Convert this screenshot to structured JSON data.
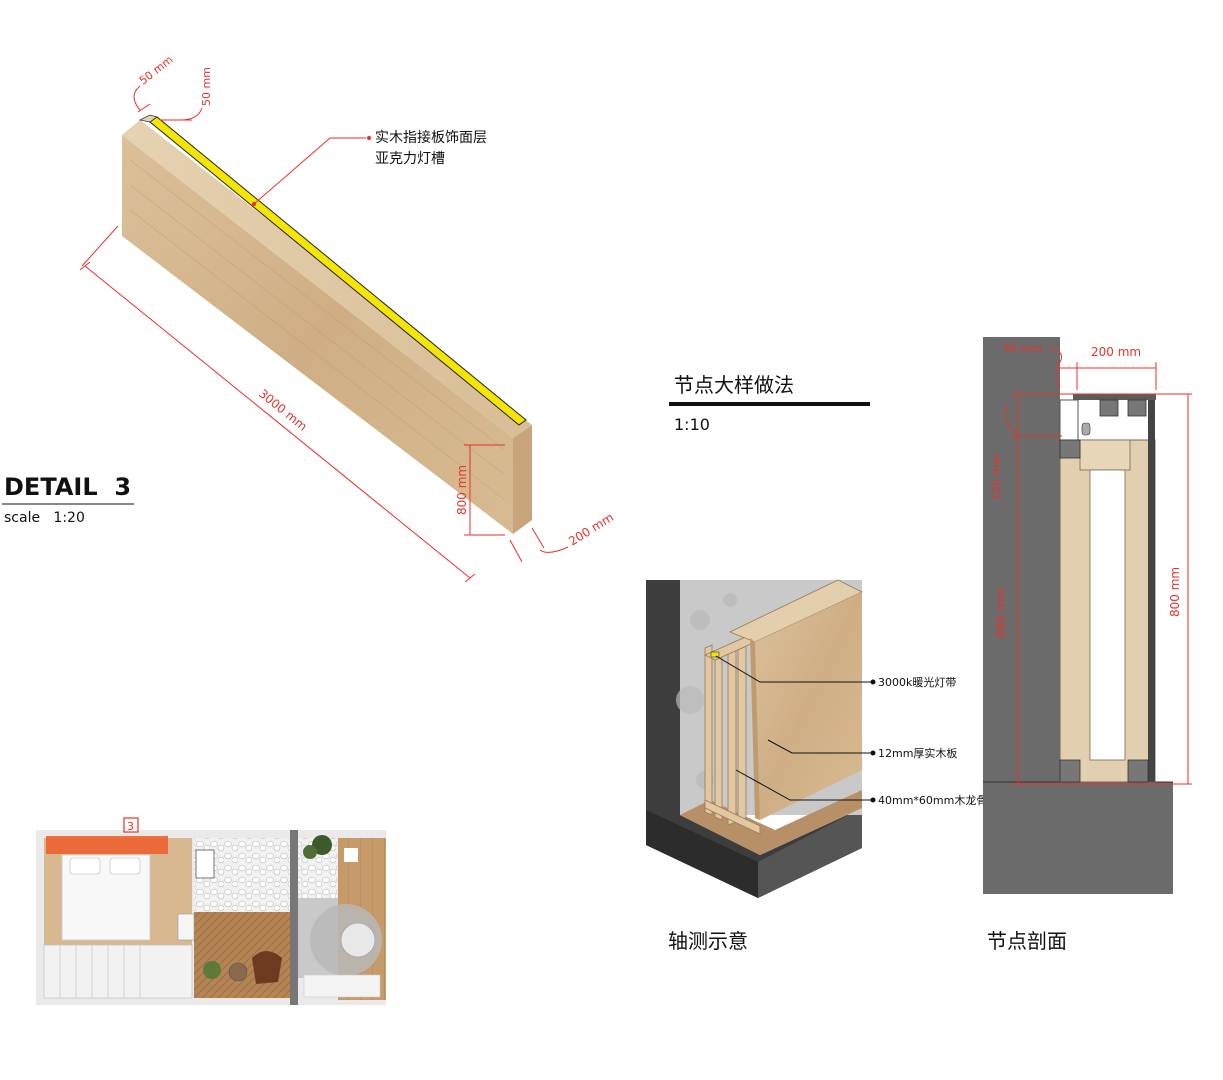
{
  "colors": {
    "dimension": "#e8312a",
    "wood": "#d9b98f",
    "wood_dark": "#c9a677",
    "led": "#f4e600",
    "wall": "#6b6b6b",
    "concrete": "#c8c8c8",
    "floor_plan_highlight": "#f05a28"
  },
  "detail": {
    "title": "DETAIL  3",
    "scale": "scale   1:20"
  },
  "iso_view": {
    "dim_top_a": "50 mm",
    "dim_top_b": "50 mm",
    "dim_length": "3000 mm",
    "dim_height": "800 mm",
    "dim_depth": "200 mm",
    "callout_1": "实木指接板饰面层",
    "callout_2": "亚克力灯槽"
  },
  "node": {
    "title": "节点大样做法",
    "scale": "1:10"
  },
  "axo_view": {
    "caption": "轴测示意",
    "label_led": "3000k暖光灯带",
    "label_board": "12mm厚实木板",
    "label_keel": "40mm*60mm木龙骨"
  },
  "section_view": {
    "caption": "节点剖面",
    "dim_50": "50 mm",
    "dim_200": "200 mm",
    "dim_120": "120 mm",
    "dim_680": "680 mm",
    "dim_800": "800 mm"
  },
  "plan": {
    "marker": "3"
  }
}
